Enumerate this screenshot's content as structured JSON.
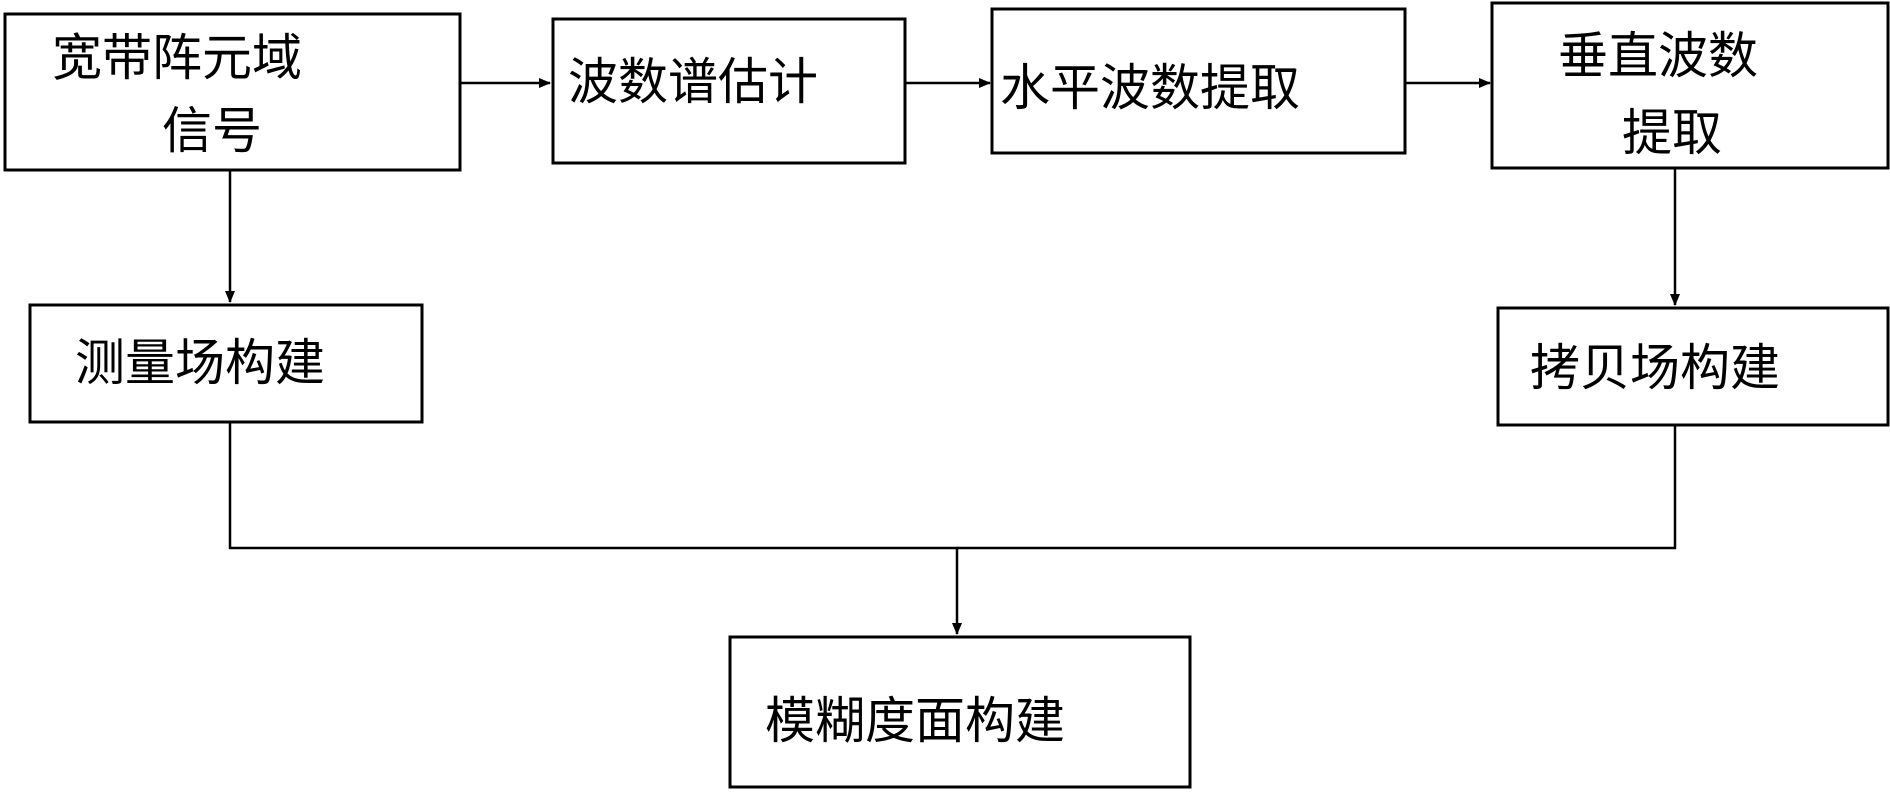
{
  "diagram": {
    "nodes": {
      "signal": {
        "lines": [
          "宽带阵元域",
          "信号"
        ]
      },
      "spectrum": {
        "lines": [
          "波数谱估计"
        ]
      },
      "horizontal": {
        "lines": [
          "水平波数提取"
        ]
      },
      "vertical": {
        "lines": [
          "垂直波数",
          "提取"
        ]
      },
      "measure": {
        "lines": [
          "测量场构建"
        ]
      },
      "copy": {
        "lines": [
          "拷贝场构建"
        ]
      },
      "ambiguity": {
        "lines": [
          "模糊度面构建"
        ]
      }
    },
    "edges": [
      {
        "from": "signal",
        "to": "spectrum"
      },
      {
        "from": "spectrum",
        "to": "horizontal"
      },
      {
        "from": "horizontal",
        "to": "vertical"
      },
      {
        "from": "signal",
        "to": "measure"
      },
      {
        "from": "vertical",
        "to": "copy"
      },
      {
        "from": "measure",
        "to": "ambiguity"
      },
      {
        "from": "copy",
        "to": "ambiguity"
      }
    ]
  }
}
